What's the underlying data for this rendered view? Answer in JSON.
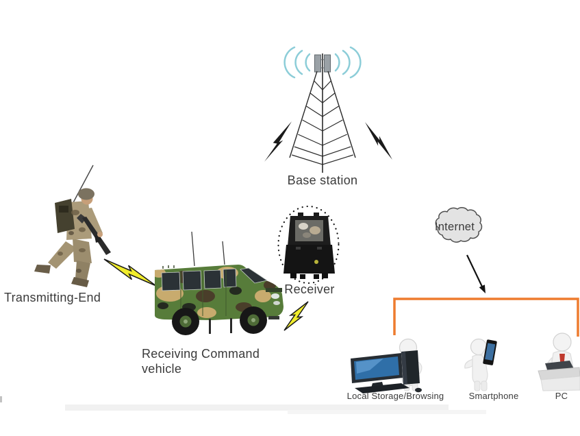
{
  "labels": {
    "base_station": "Base station",
    "transmitting_end": "Transmitting-End",
    "receiving_vehicle": "Receiving Command\n vehicle",
    "receiver": "Receiver",
    "internet": "Internet",
    "local_storage": "Local Storage/Browsing",
    "smartphone": "Smartphone",
    "pc": "PC"
  },
  "colors": {
    "background": "#ffffff",
    "text": "#3a3a3a",
    "wave_blue": "#8ccdd8",
    "bolt_black": "#1a1a1a",
    "bolt_yellow": "#f1ed2c",
    "bracket_orange": "#ee7c2f",
    "cloud_fill": "#e3e3e3",
    "cloud_border": "#4f4f4f",
    "van_green": "#577c3a",
    "camo_tan": "#c8ab6e",
    "camo_brown": "#4a3e2a"
  }
}
